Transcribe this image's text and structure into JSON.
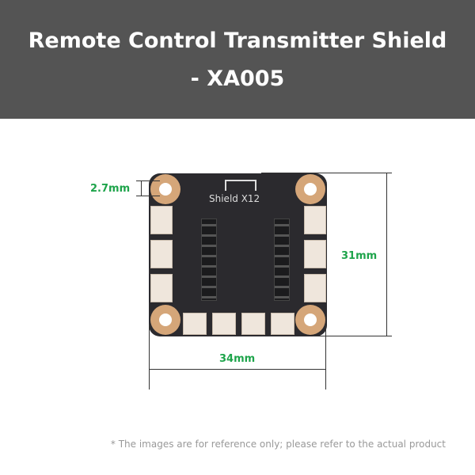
{
  "header": {
    "title_line1": "Remote Control Transmitter Shield",
    "title_line2": "- XA005"
  },
  "board": {
    "label": "Shield X12"
  },
  "dimensions": {
    "hole": "2.7mm",
    "height": "31mm",
    "width": "34mm"
  },
  "colors": {
    "header_bg": "#545454",
    "dimension_text": "#1ea44b"
  },
  "footer": {
    "note": "* The images are for reference only; please refer to the actual product"
  }
}
